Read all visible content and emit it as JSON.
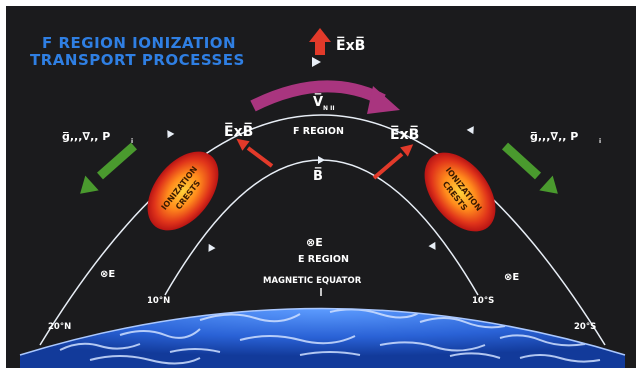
{
  "title": {
    "line1": "F REGION IONIZATION",
    "line2": "TRANSPORT PROCESSES"
  },
  "labels": {
    "exb": "E̅xB̅",
    "v_parallel": "V̅",
    "v_sub": "N II",
    "f_region": "F REGION",
    "b_field": "B̅",
    "e_region_symbol": "⊗E",
    "e_region": "E REGION",
    "magnetic_equator": "MAGNETIC EQUATOR",
    "gravity_left": "g̅,,,∇,, P",
    "gravity_sub": "i",
    "e_left": "⊗E",
    "e_right": "⊗E",
    "lat_10n": "10°N",
    "lat_20n": "20°N",
    "lat_10s": "10°S",
    "lat_20s": "20°S",
    "crest_line1": "IONIZATION",
    "crest_line2": "CRESTS"
  },
  "colors": {
    "background": "#1b1b1d",
    "title": "#2f7fe3",
    "field_line": "#e8eef6",
    "exb_arrow": "#e23a2a",
    "drift_arrow": "#a9357f",
    "gravity_arrow": "#4a9a2e",
    "earth": "#2f6ee0"
  }
}
